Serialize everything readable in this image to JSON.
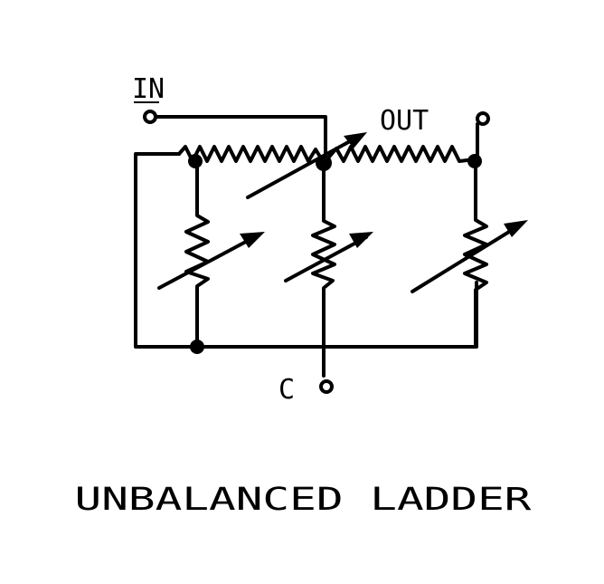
{
  "diagram": {
    "labels": {
      "input": "IN",
      "output": "OUT",
      "common": "C"
    },
    "caption": "UNBALANCED LADDER",
    "ink_color": "#000000",
    "background_color": "#ffffff"
  }
}
